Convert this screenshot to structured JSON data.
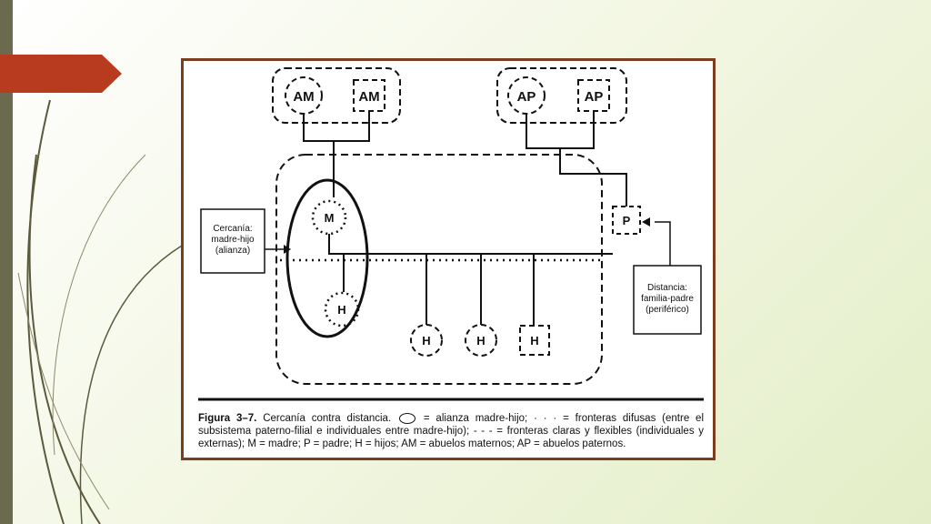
{
  "colors": {
    "left_bar": "#6b6a4f",
    "arrow_tab": "#b83a1f",
    "figure_border": "#7a3d1e",
    "ink": "#111111"
  },
  "diagram": {
    "nodes": {
      "am_left": "AM",
      "am_right": "AM",
      "ap_left": "AP",
      "ap_right": "AP",
      "m": "M",
      "p": "P",
      "h_mother": "H",
      "h1": "H",
      "h2": "H",
      "h3": "H"
    },
    "box_left": {
      "line1": "Cercanía:",
      "line2": "madre-hijo",
      "line3": "(alianza)"
    },
    "box_right": {
      "line1": "Distancia:",
      "line2": "familia-padre",
      "line3": "(periférico)"
    }
  },
  "caption": {
    "label": "Figura 3–7.",
    "part1": "Cercanía contra distancia.",
    "part2": "= alianza madre-hijo; · · · = fronteras difusas (entre el subsistema paterno-filial e individuales entre madre-hijo); - - - = fronteras claras y flexibles (individuales y externas); M = madre; P = padre; H = hijos; AM = abuelos maternos; AP = abuelos paternos."
  }
}
